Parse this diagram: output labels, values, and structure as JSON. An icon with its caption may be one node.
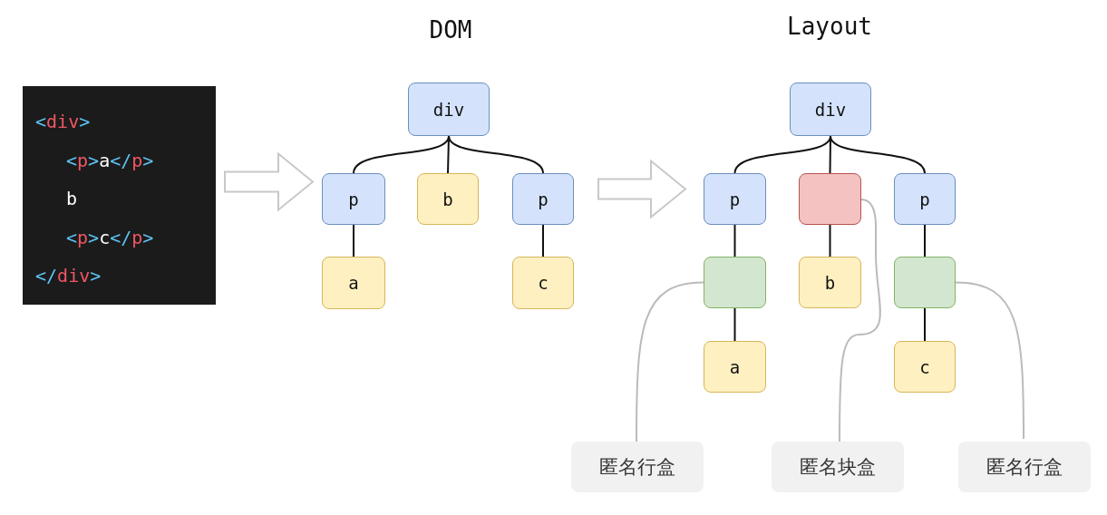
{
  "diagram": {
    "nodes": [
      {
        "text": [
          "<div>",
          "<p>a</p>",
          "b",
          "<p>c</p>",
          "</div>"
        ]
      },
      {
        "text": [
          "div"
        ]
      },
      {
        "text": [
          "p"
        ]
      },
      {
        "text": [
          "b"
        ]
      },
      {
        "text": [
          "p"
        ]
      },
      {
        "text": [
          "a"
        ]
      },
      {
        "text": [
          "c"
        ]
      },
      {
        "text": [
          "div"
        ]
      },
      {
        "text": [
          "p"
        ]
      },
      {
        "text": [],
        "shape": "box"
      },
      {
        "text": [
          "p"
        ]
      },
      {
        "text": [],
        "shape": "box"
      },
      {
        "text": [
          "b"
        ]
      },
      {
        "text": [],
        "shape": "box"
      },
      {
        "text": [
          "a"
        ]
      },
      {
        "text": [
          "c"
        ]
      },
      {
        "text": [
          "匿名行盒"
        ]
      },
      {
        "text": [
          "匿名块盒"
        ]
      },
      {
        "text": [
          "匿名行盒"
        ]
      }
    ],
    "edges": [
      {
        "from": 0,
        "to": 2,
        "arrow": "to"
      },
      {
        "from": 1,
        "to": 2,
        "arrow": "none"
      },
      {
        "from": 1,
        "to": 3,
        "arrow": "none"
      },
      {
        "from": 1,
        "to": 4,
        "arrow": "none"
      },
      {
        "from": 2,
        "to": 5,
        "arrow": "none"
      },
      {
        "from": 4,
        "to": 6,
        "arrow": "none"
      },
      {
        "from": 4,
        "to": 8,
        "arrow": "to"
      },
      {
        "from": 7,
        "to": 8,
        "arrow": "none"
      },
      {
        "from": 7,
        "to": 9,
        "arrow": "none"
      },
      {
        "from": 7,
        "to": 10,
        "arrow": "none"
      },
      {
        "from": 8,
        "to": 11,
        "arrow": "none"
      },
      {
        "from": 9,
        "to": 12,
        "arrow": "none"
      },
      {
        "from": 10,
        "to": 13,
        "arrow": "none"
      },
      {
        "from": 11,
        "to": 14,
        "arrow": "none"
      },
      {
        "from": 13,
        "to": 15,
        "arrow": "none"
      },
      {
        "from": 16,
        "to": 11,
        "arrow": "none",
        "color": "#bbbbbb"
      },
      {
        "from": 17,
        "to": 9,
        "arrow": "none",
        "color": "#bbbbbb"
      },
      {
        "from": 18,
        "to": 13,
        "arrow": "none",
        "color": "#bbbbbb"
      }
    ],
    "labels": [
      "DOM",
      "Layout"
    ]
  }
}
